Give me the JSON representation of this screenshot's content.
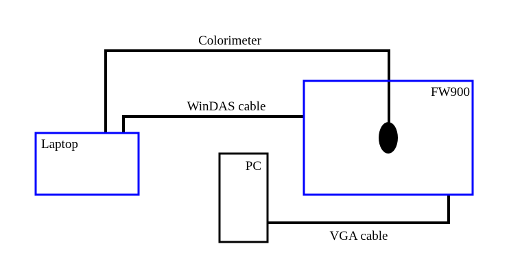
{
  "diagram": {
    "nodes": {
      "laptop": {
        "label": "Laptop",
        "border_color": "#0000ff"
      },
      "monitor": {
        "label": "FW900",
        "border_color": "#0000ff"
      },
      "pc": {
        "label": "PC",
        "border_color": "#000000"
      },
      "colorimeter_probe": {
        "label": "",
        "color": "#000000"
      }
    },
    "connections": {
      "colorimeter": {
        "label": "Colorimeter",
        "from": "Laptop",
        "to": "FW900 (colorimeter probe)"
      },
      "windas": {
        "label": "WinDAS cable",
        "from": "Laptop",
        "to": "FW900"
      },
      "vga": {
        "label": "VGA cable",
        "from": "PC",
        "to": "FW900"
      }
    },
    "line_color": "#000000"
  }
}
